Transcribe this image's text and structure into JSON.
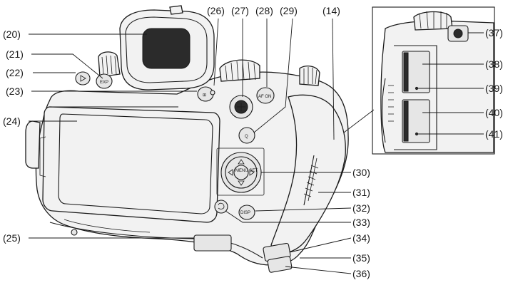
{
  "figure": {
    "callouts": [
      {
        "id": "20",
        "label": "(20)"
      },
      {
        "id": "21",
        "label": "(21)"
      },
      {
        "id": "22",
        "label": "(22)"
      },
      {
        "id": "23",
        "label": "(23)"
      },
      {
        "id": "24",
        "label": "(24)"
      },
      {
        "id": "25",
        "label": "(25)"
      },
      {
        "id": "26",
        "label": "(26)"
      },
      {
        "id": "27",
        "label": "(27)"
      },
      {
        "id": "28",
        "label": "(28)"
      },
      {
        "id": "29",
        "label": "(29)"
      },
      {
        "id": "14",
        "label": "(14)"
      },
      {
        "id": "30",
        "label": "(30)"
      },
      {
        "id": "31",
        "label": "(31)"
      },
      {
        "id": "32",
        "label": "(32)"
      },
      {
        "id": "33",
        "label": "(33)"
      },
      {
        "id": "34",
        "label": "(34)"
      },
      {
        "id": "35",
        "label": "(35)"
      },
      {
        "id": "36",
        "label": "(36)"
      },
      {
        "id": "37",
        "label": "(37)"
      },
      {
        "id": "38",
        "label": "(38)"
      },
      {
        "id": "39",
        "label": "(39)"
      },
      {
        "id": "40",
        "label": "(40)"
      },
      {
        "id": "41",
        "label": "(41)"
      }
    ],
    "button_marks": {
      "exp": "EXP",
      "af_on": "AF ON",
      "disp": "DISP",
      "menu": "MENU SET"
    }
  }
}
